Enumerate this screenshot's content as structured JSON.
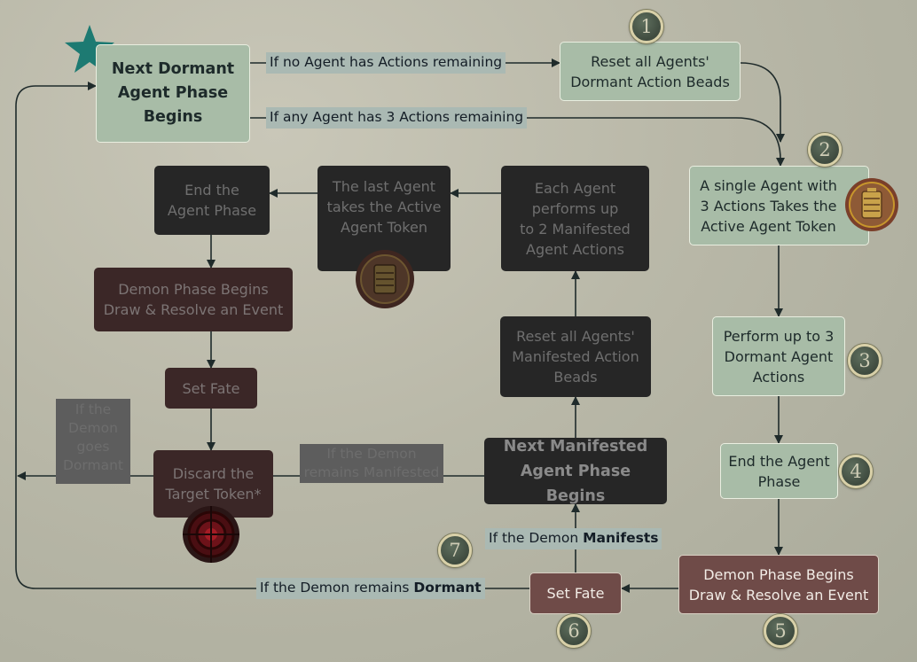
{
  "colors": {
    "background": "#bab9a9",
    "node_green": "#a8bca7",
    "node_dark": "#262626",
    "node_maroon": "#6f4b48",
    "label_bg": "#aab9b3",
    "star": "#1d7a72",
    "connector": "#1f2b2b"
  },
  "nodes": {
    "next_dormant": "Next Dormant\nAgent Phase\nBegins",
    "reset_dormant": "Reset all Agents'\nDormant Action Beads",
    "single_agent": "A single Agent with\n3 Actions Takes the\nActive Agent Token",
    "perform_dormant": "Perform up to 3\nDormant Agent\nActions",
    "end_agent_right": "End the Agent\nPhase",
    "demon_phase_right": "Demon Phase Begins\nDraw & Resolve an Event",
    "set_fate_right": "Set Fate",
    "next_manifested": "Next Manifested\nAgent Phase Begins",
    "reset_manifested": "Reset all Agents'\nManifested Action\nBeads",
    "each_agent": "Each Agent\nperforms up\nto 2 Manifested\nAgent Actions",
    "last_agent": "The last Agent\ntakes the Active\nAgent Token",
    "end_agent_left": "End the\nAgent Phase",
    "demon_phase_left": "Demon Phase Begins\nDraw & Resolve an Event",
    "set_fate_left": "Set Fate",
    "discard_target": "Discard the\nTarget Token*"
  },
  "labels": {
    "no_actions": "If no Agent has Actions remaining",
    "any_three": "If any Agent has 3 Actions remaining",
    "manifests_prefix": "If the Demon ",
    "manifests_bold": "Manifests",
    "remains_dormant_prefix": "If the Demon remains ",
    "remains_dormant_bold": "Dormant",
    "goes_dormant": "If the\nDemon\ngoes\nDormant",
    "remains_manifested": "If the Demon\nremains Manifested"
  },
  "steps": [
    "1",
    "2",
    "3",
    "4",
    "5",
    "6",
    "7"
  ],
  "icons": [
    "star-icon",
    "active-agent-token-icon",
    "target-token-icon"
  ]
}
